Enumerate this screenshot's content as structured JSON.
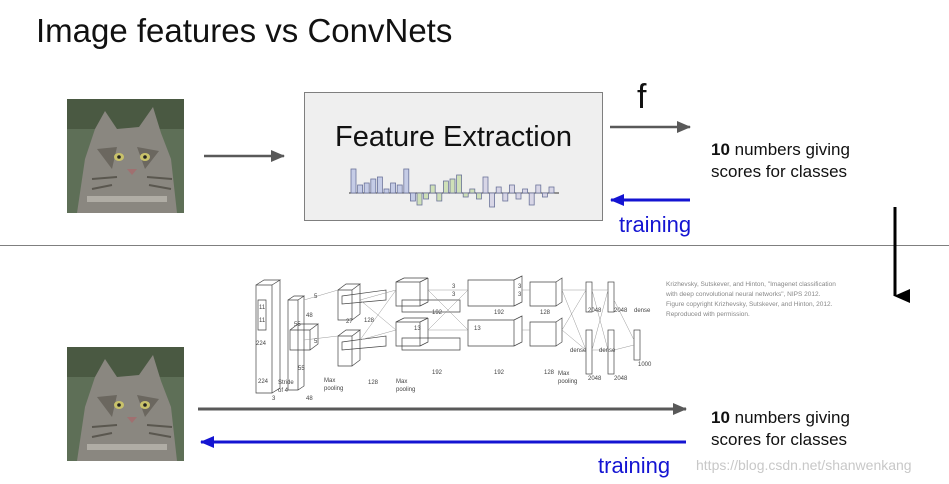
{
  "title": "Image features vs ConvNets",
  "top": {
    "box_label": "Feature Extraction",
    "f_label": "f",
    "scores_bold": "10",
    "scores_rest_line1": " numbers giving",
    "scores_line2": "scores for classes",
    "training": "training"
  },
  "bottom": {
    "scores_bold": "10",
    "scores_rest_line1": " numbers giving",
    "scores_line2": "scores for classes",
    "training": "training",
    "citation": [
      "Krizhevsky, Sutskever, and Hinton, \"Imagenet classification",
      "with deep convolutional neural networks\", NIPS 2012.",
      "Figure copyright Krizhevsky, Sutskever, and Hinton, 2012.",
      "Reproduced with permission."
    ],
    "alexnet_labels": {
      "l224a": "224",
      "l224b": "224",
      "l3": "3",
      "l11a": "11",
      "l11b": "11",
      "stride": "Stride",
      "of4": "of 4",
      "l55a": "55",
      "l55b": "55",
      "l48a": "48",
      "l48b": "48",
      "l5a": "5",
      "l5b": "5",
      "l27": "27",
      "l128a": "128",
      "l128b": "128",
      "maxpool1": "Max",
      "maxpool1b": "pooling",
      "maxpool2": "Max",
      "maxpool2b": "pooling",
      "maxpool3": "Max",
      "maxpool3b": "pooling",
      "l13a": "13",
      "l13b": "13",
      "l192a": "192",
      "l192b": "192",
      "l192c": "192",
      "l192d": "192",
      "l3a": "3",
      "l3b": "3",
      "l3c": "3",
      "l3d": "3",
      "l128c": "128",
      "l128d": "128",
      "dense1": "dense",
      "dense2": "dense",
      "dense3": "dense",
      "l2048a": "2048",
      "l2048b": "2048",
      "l2048c": "2048",
      "l2048d": "2048",
      "l1000": "1000"
    }
  },
  "watermark": "https://blog.csdn.net/shanwenkang",
  "colors": {
    "arrow_gray": "#595959",
    "arrow_blue": "#1414d2",
    "box_bg": "#efefef"
  }
}
